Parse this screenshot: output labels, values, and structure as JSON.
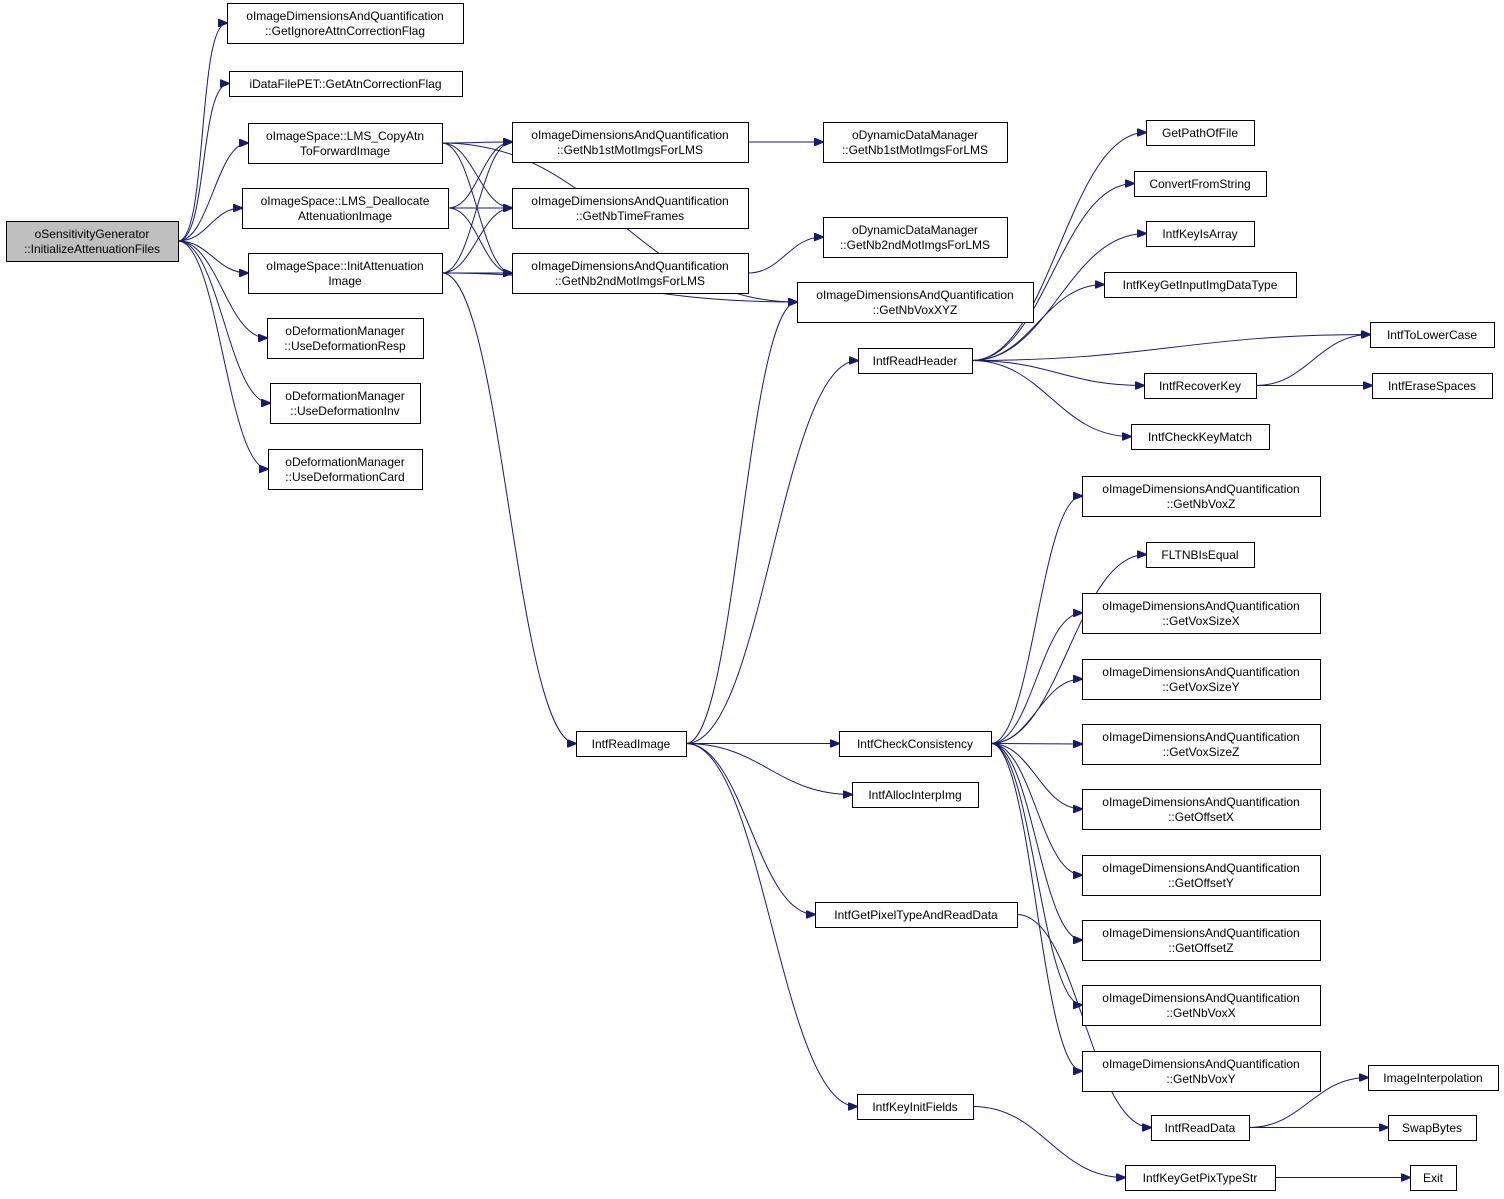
{
  "nodes": [
    {
      "id": "root",
      "lines": [
        "oSensitivityGenerator",
        "::InitializeAttenuationFiles"
      ],
      "root": true
    },
    {
      "id": "ignoreFlag",
      "lines": [
        "oImageDimensionsAndQuantification",
        "::GetIgnoreAttnCorrectionFlag"
      ]
    },
    {
      "id": "atnFlag",
      "lines": [
        "iDataFilePET::GetAtnCorrectionFlag"
      ]
    },
    {
      "id": "copyAtn",
      "lines": [
        "oImageSpace::LMS_CopyAtn",
        "ToForwardImage"
      ]
    },
    {
      "id": "dealloc",
      "lines": [
        "oImageSpace::LMS_Deallocate",
        "AttenuationImage"
      ]
    },
    {
      "id": "initAtt",
      "lines": [
        "oImageSpace::InitAttenuation",
        "Image"
      ]
    },
    {
      "id": "defResp",
      "lines": [
        "oDeformationManager",
        "::UseDeformationResp"
      ]
    },
    {
      "id": "defInv",
      "lines": [
        "oDeformationManager",
        "::UseDeformationInv"
      ]
    },
    {
      "id": "defCard",
      "lines": [
        "oDeformationManager",
        "::UseDeformationCard"
      ]
    },
    {
      "id": "nb1st",
      "lines": [
        "oImageDimensionsAndQuantification",
        "::GetNb1stMotImgsForLMS"
      ]
    },
    {
      "id": "nbTime",
      "lines": [
        "oImageDimensionsAndQuantification",
        "::GetNbTimeFrames"
      ]
    },
    {
      "id": "nb2nd",
      "lines": [
        "oImageDimensionsAndQuantification",
        "::GetNb2ndMotImgsForLMS"
      ]
    },
    {
      "id": "dyn1st",
      "lines": [
        "oDynamicDataManager",
        "::GetNb1stMotImgsForLMS"
      ]
    },
    {
      "id": "dyn2nd",
      "lines": [
        "oDynamicDataManager",
        "::GetNb2ndMotImgsForLMS"
      ]
    },
    {
      "id": "voxXYZ",
      "lines": [
        "oImageDimensionsAndQuantification",
        "::GetNbVoxXYZ"
      ]
    },
    {
      "id": "readImage",
      "lines": [
        "IntfReadImage"
      ]
    },
    {
      "id": "readHeader",
      "lines": [
        "IntfReadHeader"
      ]
    },
    {
      "id": "pathOfFile",
      "lines": [
        "GetPathOfFile"
      ]
    },
    {
      "id": "convFrom",
      "lines": [
        "ConvertFromString"
      ]
    },
    {
      "id": "keyIsArray",
      "lines": [
        "IntfKeyIsArray"
      ]
    },
    {
      "id": "keyInputType",
      "lines": [
        "IntfKeyGetInputImgDataType"
      ]
    },
    {
      "id": "toLower",
      "lines": [
        "IntfToLowerCase"
      ]
    },
    {
      "id": "recoverKey",
      "lines": [
        "IntfRecoverKey"
      ]
    },
    {
      "id": "eraseSpaces",
      "lines": [
        "IntfEraseSpaces"
      ]
    },
    {
      "id": "checkKeyMatch",
      "lines": [
        "IntfCheckKeyMatch"
      ]
    },
    {
      "id": "checkCons",
      "lines": [
        "IntfCheckConsistency"
      ]
    },
    {
      "id": "nbVoxZ",
      "lines": [
        "oImageDimensionsAndQuantification",
        "::GetNbVoxZ"
      ]
    },
    {
      "id": "fltnb",
      "lines": [
        "FLTNBIsEqual"
      ]
    },
    {
      "id": "voxSizeX",
      "lines": [
        "oImageDimensionsAndQuantification",
        "::GetVoxSizeX"
      ]
    },
    {
      "id": "voxSizeY",
      "lines": [
        "oImageDimensionsAndQuantification",
        "::GetVoxSizeY"
      ]
    },
    {
      "id": "voxSizeZ",
      "lines": [
        "oImageDimensionsAndQuantification",
        "::GetVoxSizeZ"
      ]
    },
    {
      "id": "offX",
      "lines": [
        "oImageDimensionsAndQuantification",
        "::GetOffsetX"
      ]
    },
    {
      "id": "offY",
      "lines": [
        "oImageDimensionsAndQuantification",
        "::GetOffsetY"
      ]
    },
    {
      "id": "offZ",
      "lines": [
        "oImageDimensionsAndQuantification",
        "::GetOffsetZ"
      ]
    },
    {
      "id": "nbVoxX",
      "lines": [
        "oImageDimensionsAndQuantification",
        "::GetNbVoxX"
      ]
    },
    {
      "id": "nbVoxY",
      "lines": [
        "oImageDimensionsAndQuantification",
        "::GetNbVoxY"
      ]
    },
    {
      "id": "allocInterp",
      "lines": [
        "IntfAllocInterpImg"
      ]
    },
    {
      "id": "pixelType",
      "lines": [
        "IntfGetPixelTypeAndReadData"
      ]
    },
    {
      "id": "keyInit",
      "lines": [
        "IntfKeyInitFields"
      ]
    },
    {
      "id": "readData",
      "lines": [
        "IntfReadData"
      ]
    },
    {
      "id": "imgInterp",
      "lines": [
        "ImageInterpolation"
      ]
    },
    {
      "id": "swapBytes",
      "lines": [
        "SwapBytes"
      ]
    },
    {
      "id": "pixTypeStr",
      "lines": [
        "IntfKeyGetPixTypeStr"
      ]
    },
    {
      "id": "exit",
      "lines": [
        "Exit"
      ]
    }
  ],
  "edges": [
    [
      "root",
      "ignoreFlag"
    ],
    [
      "root",
      "atnFlag"
    ],
    [
      "root",
      "copyAtn"
    ],
    [
      "root",
      "dealloc"
    ],
    [
      "root",
      "initAtt"
    ],
    [
      "root",
      "defResp"
    ],
    [
      "root",
      "defInv"
    ],
    [
      "root",
      "defCard"
    ],
    [
      "copyAtn",
      "nb1st"
    ],
    [
      "copyAtn",
      "nbTime"
    ],
    [
      "copyAtn",
      "nb2nd"
    ],
    [
      "copyAtn",
      "voxXYZ"
    ],
    [
      "dealloc",
      "nb1st"
    ],
    [
      "dealloc",
      "nbTime"
    ],
    [
      "dealloc",
      "nb2nd"
    ],
    [
      "initAtt",
      "nb1st"
    ],
    [
      "initAtt",
      "nbTime"
    ],
    [
      "initAtt",
      "nb2nd"
    ],
    [
      "initAtt",
      "voxXYZ"
    ],
    [
      "initAtt",
      "readImage"
    ],
    [
      "nb1st",
      "dyn1st"
    ],
    [
      "nb2nd",
      "dyn2nd"
    ],
    [
      "readImage",
      "voxXYZ"
    ],
    [
      "readImage",
      "readHeader"
    ],
    [
      "readImage",
      "checkCons"
    ],
    [
      "readImage",
      "allocInterp"
    ],
    [
      "readImage",
      "pixelType"
    ],
    [
      "readImage",
      "keyInit"
    ],
    [
      "readHeader",
      "pathOfFile"
    ],
    [
      "readHeader",
      "convFrom"
    ],
    [
      "readHeader",
      "keyIsArray"
    ],
    [
      "readHeader",
      "keyInputType"
    ],
    [
      "readHeader",
      "toLower"
    ],
    [
      "readHeader",
      "recoverKey"
    ],
    [
      "readHeader",
      "checkKeyMatch"
    ],
    [
      "recoverKey",
      "toLower"
    ],
    [
      "recoverKey",
      "eraseSpaces"
    ],
    [
      "checkCons",
      "nbVoxZ"
    ],
    [
      "checkCons",
      "fltnb"
    ],
    [
      "checkCons",
      "voxSizeX"
    ],
    [
      "checkCons",
      "voxSizeY"
    ],
    [
      "checkCons",
      "voxSizeZ"
    ],
    [
      "checkCons",
      "offX"
    ],
    [
      "checkCons",
      "offY"
    ],
    [
      "checkCons",
      "offZ"
    ],
    [
      "checkCons",
      "nbVoxX"
    ],
    [
      "checkCons",
      "nbVoxY"
    ],
    [
      "pixelType",
      "readData"
    ],
    [
      "keyInit",
      "pixTypeStr"
    ],
    [
      "readData",
      "imgInterp"
    ],
    [
      "readData",
      "swapBytes"
    ],
    [
      "pixTypeStr",
      "exit"
    ]
  ]
}
